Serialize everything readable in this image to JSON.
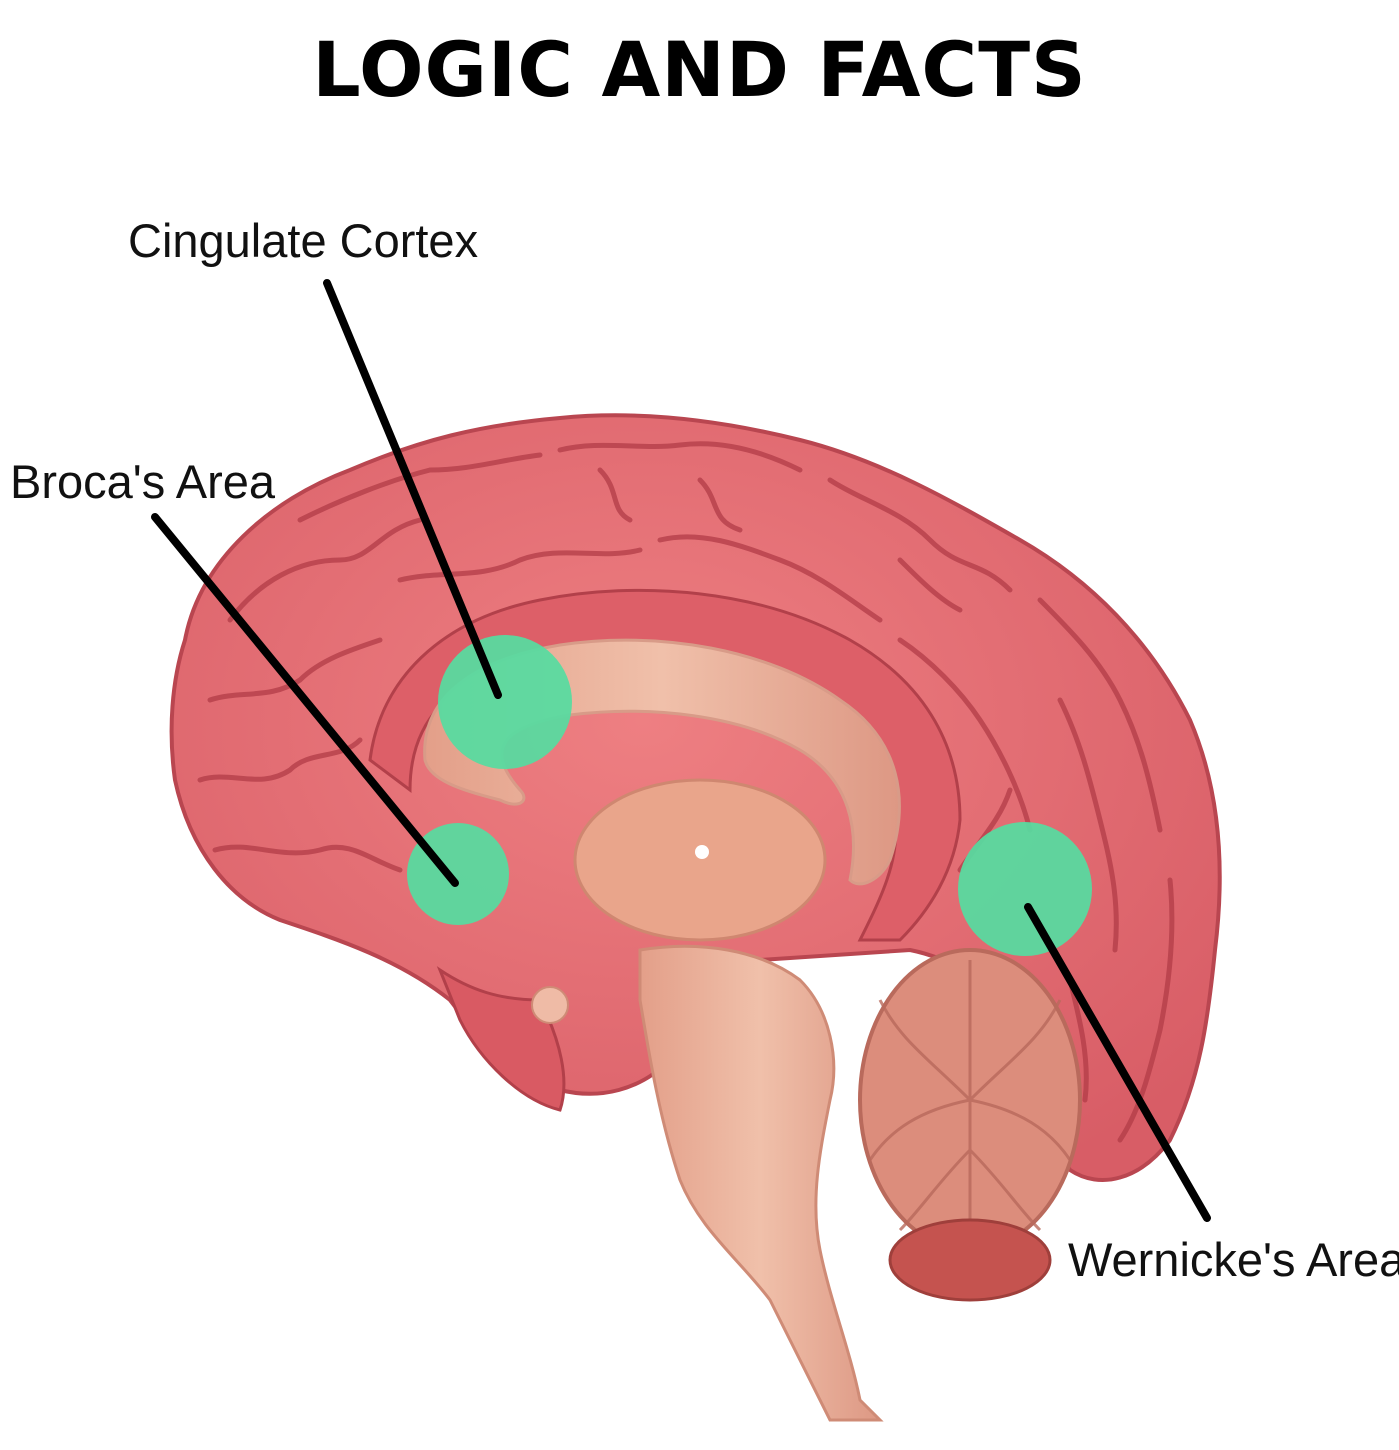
{
  "title": "LOGIC AND FACTS",
  "labels": {
    "cingulate": "Cingulate Cortex",
    "broca": "Broca's Area",
    "wernicke": "Wernicke's Area"
  },
  "colors": {
    "cortex": "#e2676d",
    "cortex_dark": "#b83d47",
    "corpus_callosum": "#f0c6b3",
    "thalamus": "#e9a58b",
    "brainstem": "#eab19a",
    "cerebellum": "#dc8d7c",
    "highlight": "#56dca0",
    "pointer": "#000000"
  }
}
